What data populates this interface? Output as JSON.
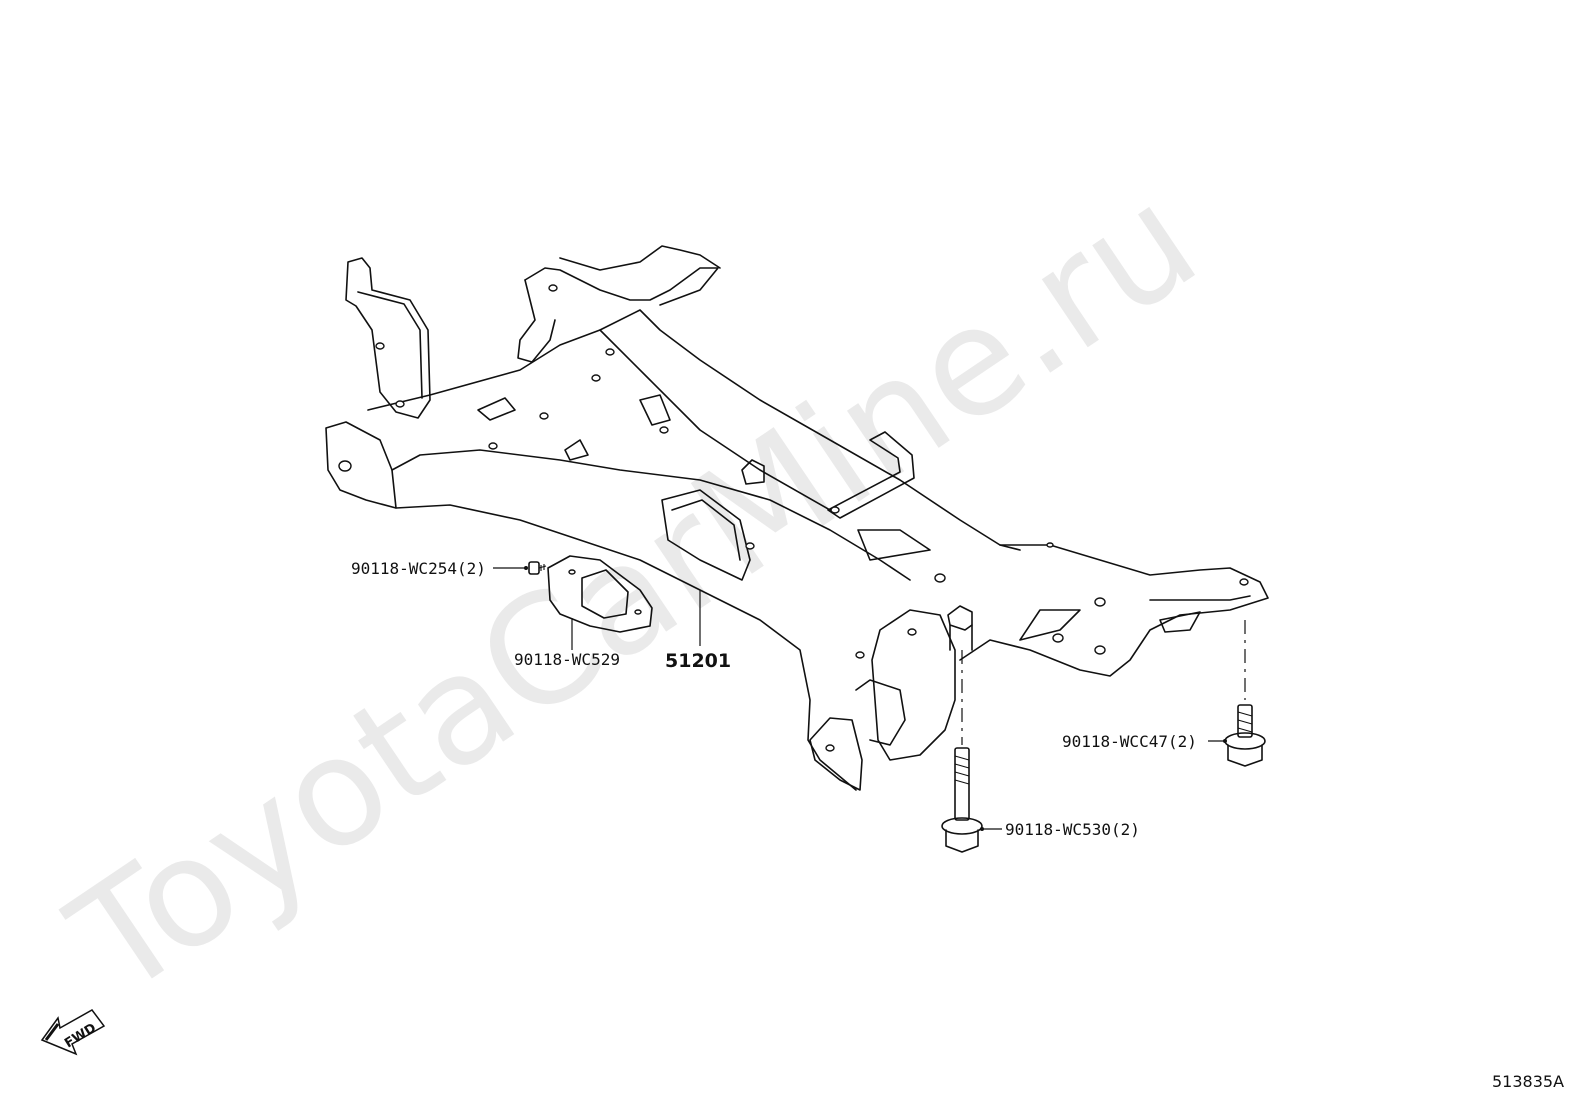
{
  "watermark": "ToyotaCarMine.ru",
  "main_part": {
    "number": "51201"
  },
  "callouts": [
    {
      "id": "c1",
      "text": "90118-WC254(2)"
    },
    {
      "id": "c2",
      "text": "90118-WC529"
    },
    {
      "id": "c3",
      "text": "90118-WCC47(2)"
    },
    {
      "id": "c4",
      "text": "90118-WC530(2)"
    }
  ],
  "fwd_label": "FWD",
  "figure_id": "513835A",
  "colors": {
    "line": "#111111",
    "watermark": "#d9d9d9",
    "background": "#ffffff"
  }
}
